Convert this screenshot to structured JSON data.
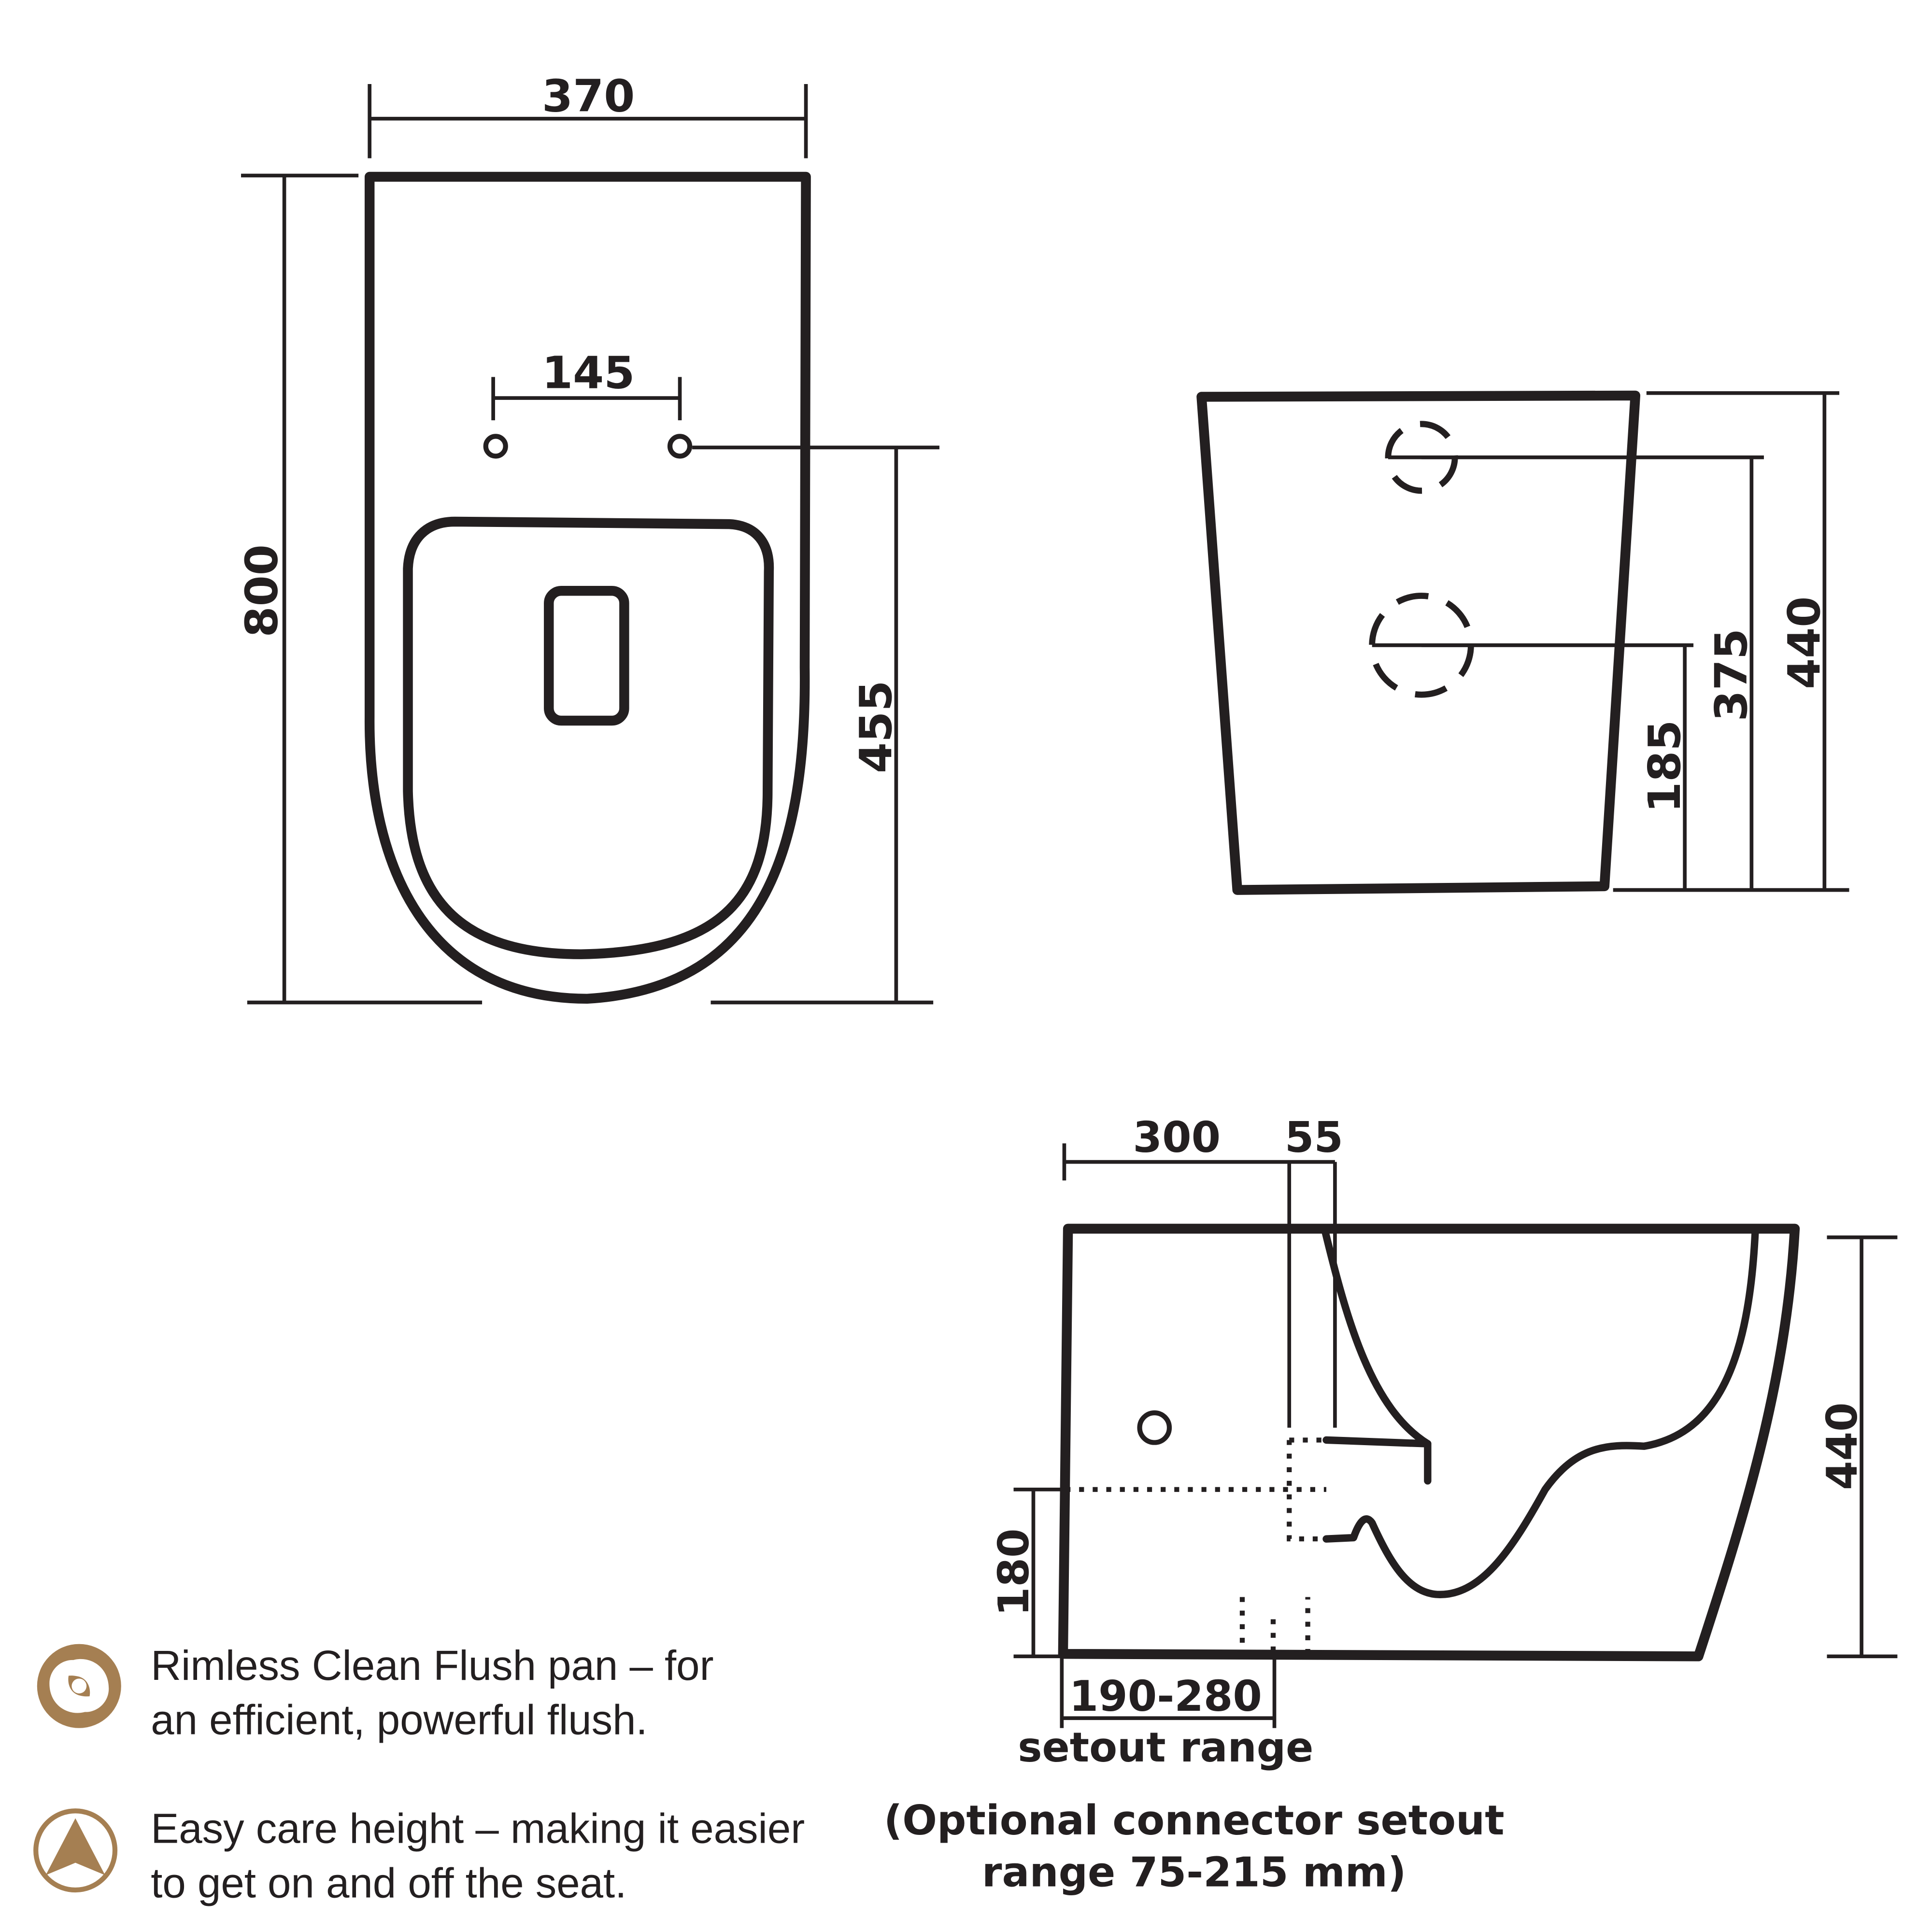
{
  "top_view": {
    "dims": {
      "overall_width": "370",
      "overall_depth": "800",
      "fixing_holes_spacing": "145",
      "fixing_holes_to_front": "455"
    }
  },
  "rear_view": {
    "dims": {
      "height": "440",
      "inlet_height": "375",
      "outlet_height": "185"
    }
  },
  "side_view": {
    "dims": {
      "to_outlet": "300",
      "outlet_width": "55",
      "height": "440",
      "outlet_centre_height": "180",
      "setout": "190-280",
      "setout_caption": "setout range",
      "optional_line1": "(Optional connector setout",
      "optional_line2": "range 75-215 mm)"
    }
  },
  "features": [
    {
      "icon": "swirl-flush-icon",
      "line1": "Rimless Clean Flush pan – for",
      "line2": "an efficient, powerful flush."
    },
    {
      "icon": "height-arrow-icon",
      "line1": "Easy care height – making it easier",
      "line2": "to get on and off the seat."
    }
  ],
  "colors": {
    "ink": "#231f20",
    "icon_gold": "#a57f52"
  }
}
